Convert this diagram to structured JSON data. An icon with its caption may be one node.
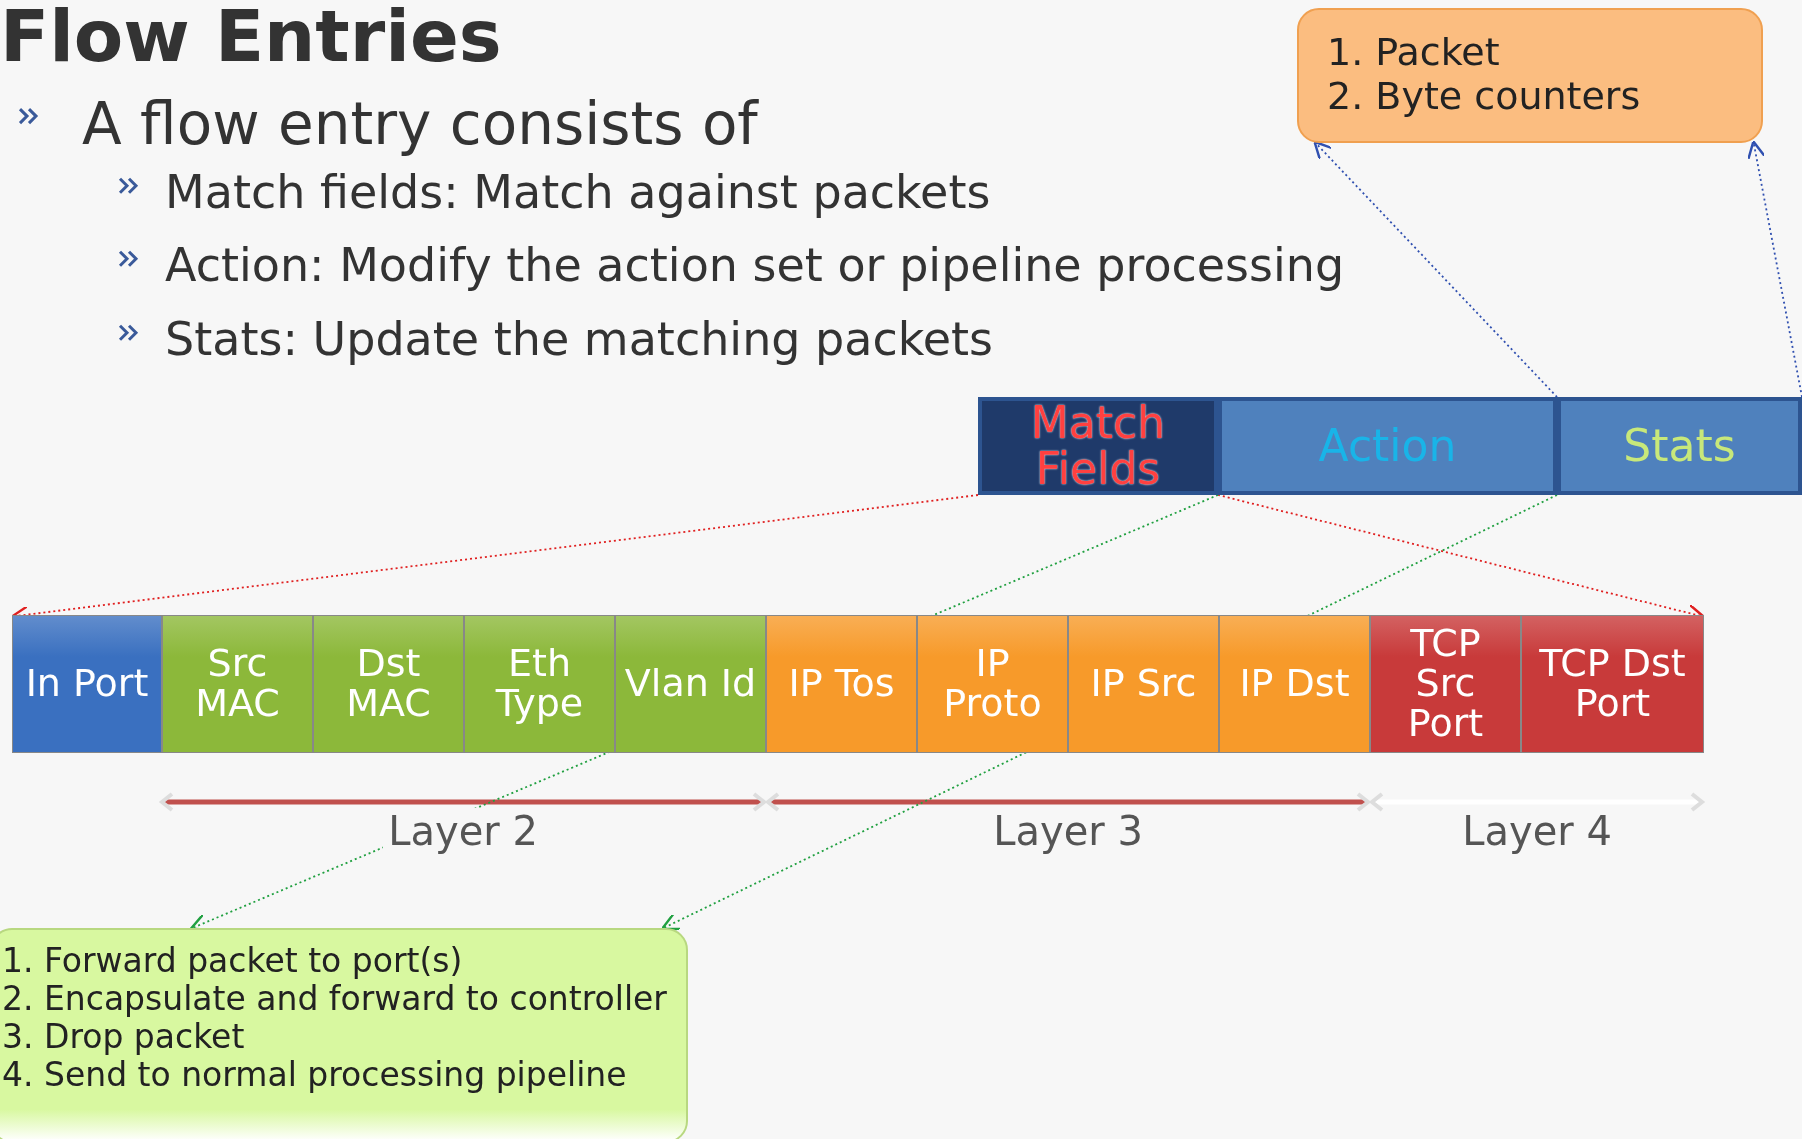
{
  "diagram": {
    "title": "Flow Entries",
    "nodes": [
      {
        "text": [
          "Match Fields"
        ]
      },
      {
        "text": [
          "Action"
        ]
      },
      {
        "text": [
          "Stats"
        ]
      },
      {
        "text": [
          "In Port"
        ]
      },
      {
        "text": [
          "Src MAC"
        ]
      },
      {
        "text": [
          "Dst MAC"
        ]
      },
      {
        "text": [
          "Eth Type"
        ]
      },
      {
        "text": [
          "Vlan Id"
        ]
      },
      {
        "text": [
          "IP Tos"
        ]
      },
      {
        "text": [
          "IP Proto"
        ]
      },
      {
        "text": [
          "IP Src"
        ]
      },
      {
        "text": [
          "IP Dst"
        ]
      },
      {
        "text": [
          "TCP Src Port"
        ]
      },
      {
        "text": [
          "TCP Dst Port"
        ]
      },
      {
        "text": [
          "1. Packet",
          "2. Byte counters"
        ]
      },
      {
        "text": [
          "1. Forward packet to port(s)",
          "2. Encapsulate and forward to controller",
          "3. Drop packet",
          "4. Send to normal processing pipeline"
        ]
      }
    ],
    "edges": [
      {
        "from": 0,
        "to": 3,
        "arrow": "to",
        "style": "dashed",
        "color": "#e02020"
      },
      {
        "from": 0,
        "to": 13,
        "arrow": "to",
        "style": "dashed",
        "color": "#e02020"
      },
      {
        "from": 1,
        "to": 15,
        "arrow": "to",
        "style": "dashed",
        "color": "#20a040"
      },
      {
        "from": 1,
        "to": 15,
        "arrow": "to",
        "style": "dashed",
        "color": "#20a040"
      },
      {
        "from": 2,
        "to": 14,
        "arrow": "to",
        "style": "dashed",
        "color": "#3050b0"
      },
      {
        "from": 2,
        "to": 14,
        "arrow": "to",
        "style": "dashed",
        "color": "#3050b0"
      }
    ],
    "labels": [
      "A flow entry consists of",
      "Match fields: Match against packets",
      "Action: Modify the action set or pipeline processing",
      "Stats: Update the matching packets",
      "Layer 2",
      "Layer 3",
      "Layer 4"
    ]
  }
}
